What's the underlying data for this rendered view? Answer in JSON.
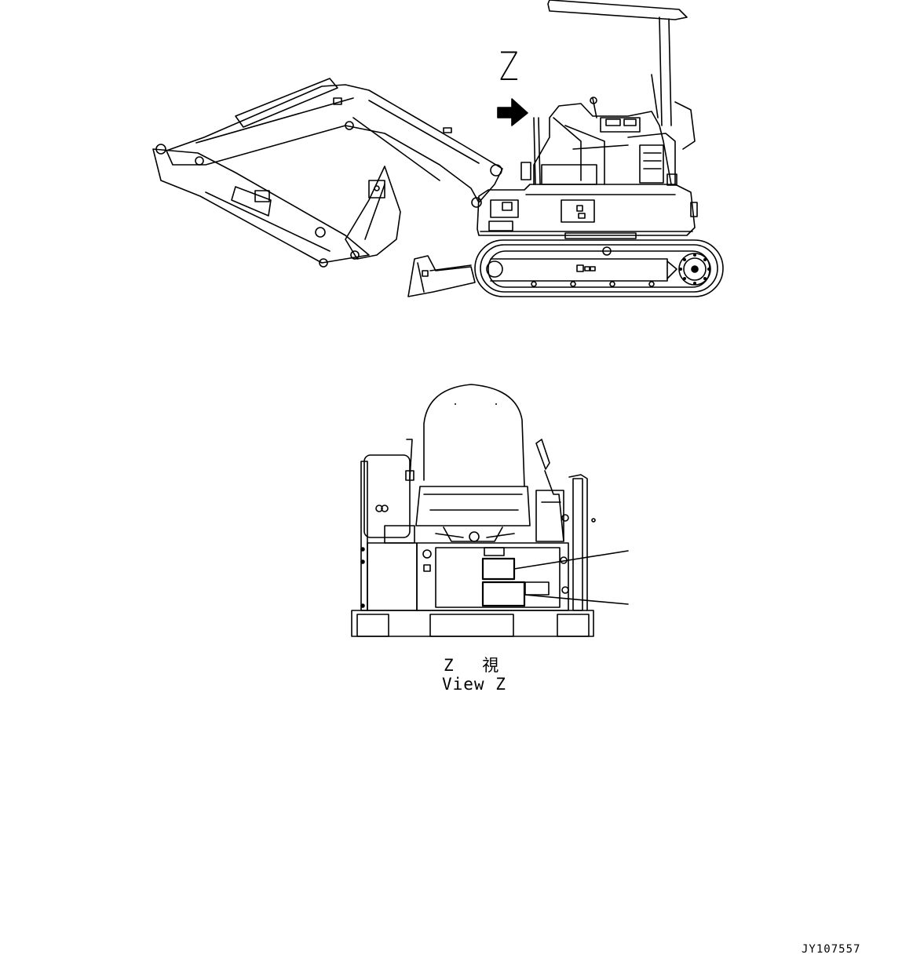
{
  "view_marker": "Z",
  "view_caption_jp": "Z　 視",
  "view_caption_en": "View Z",
  "drawing_code": "JY107557"
}
